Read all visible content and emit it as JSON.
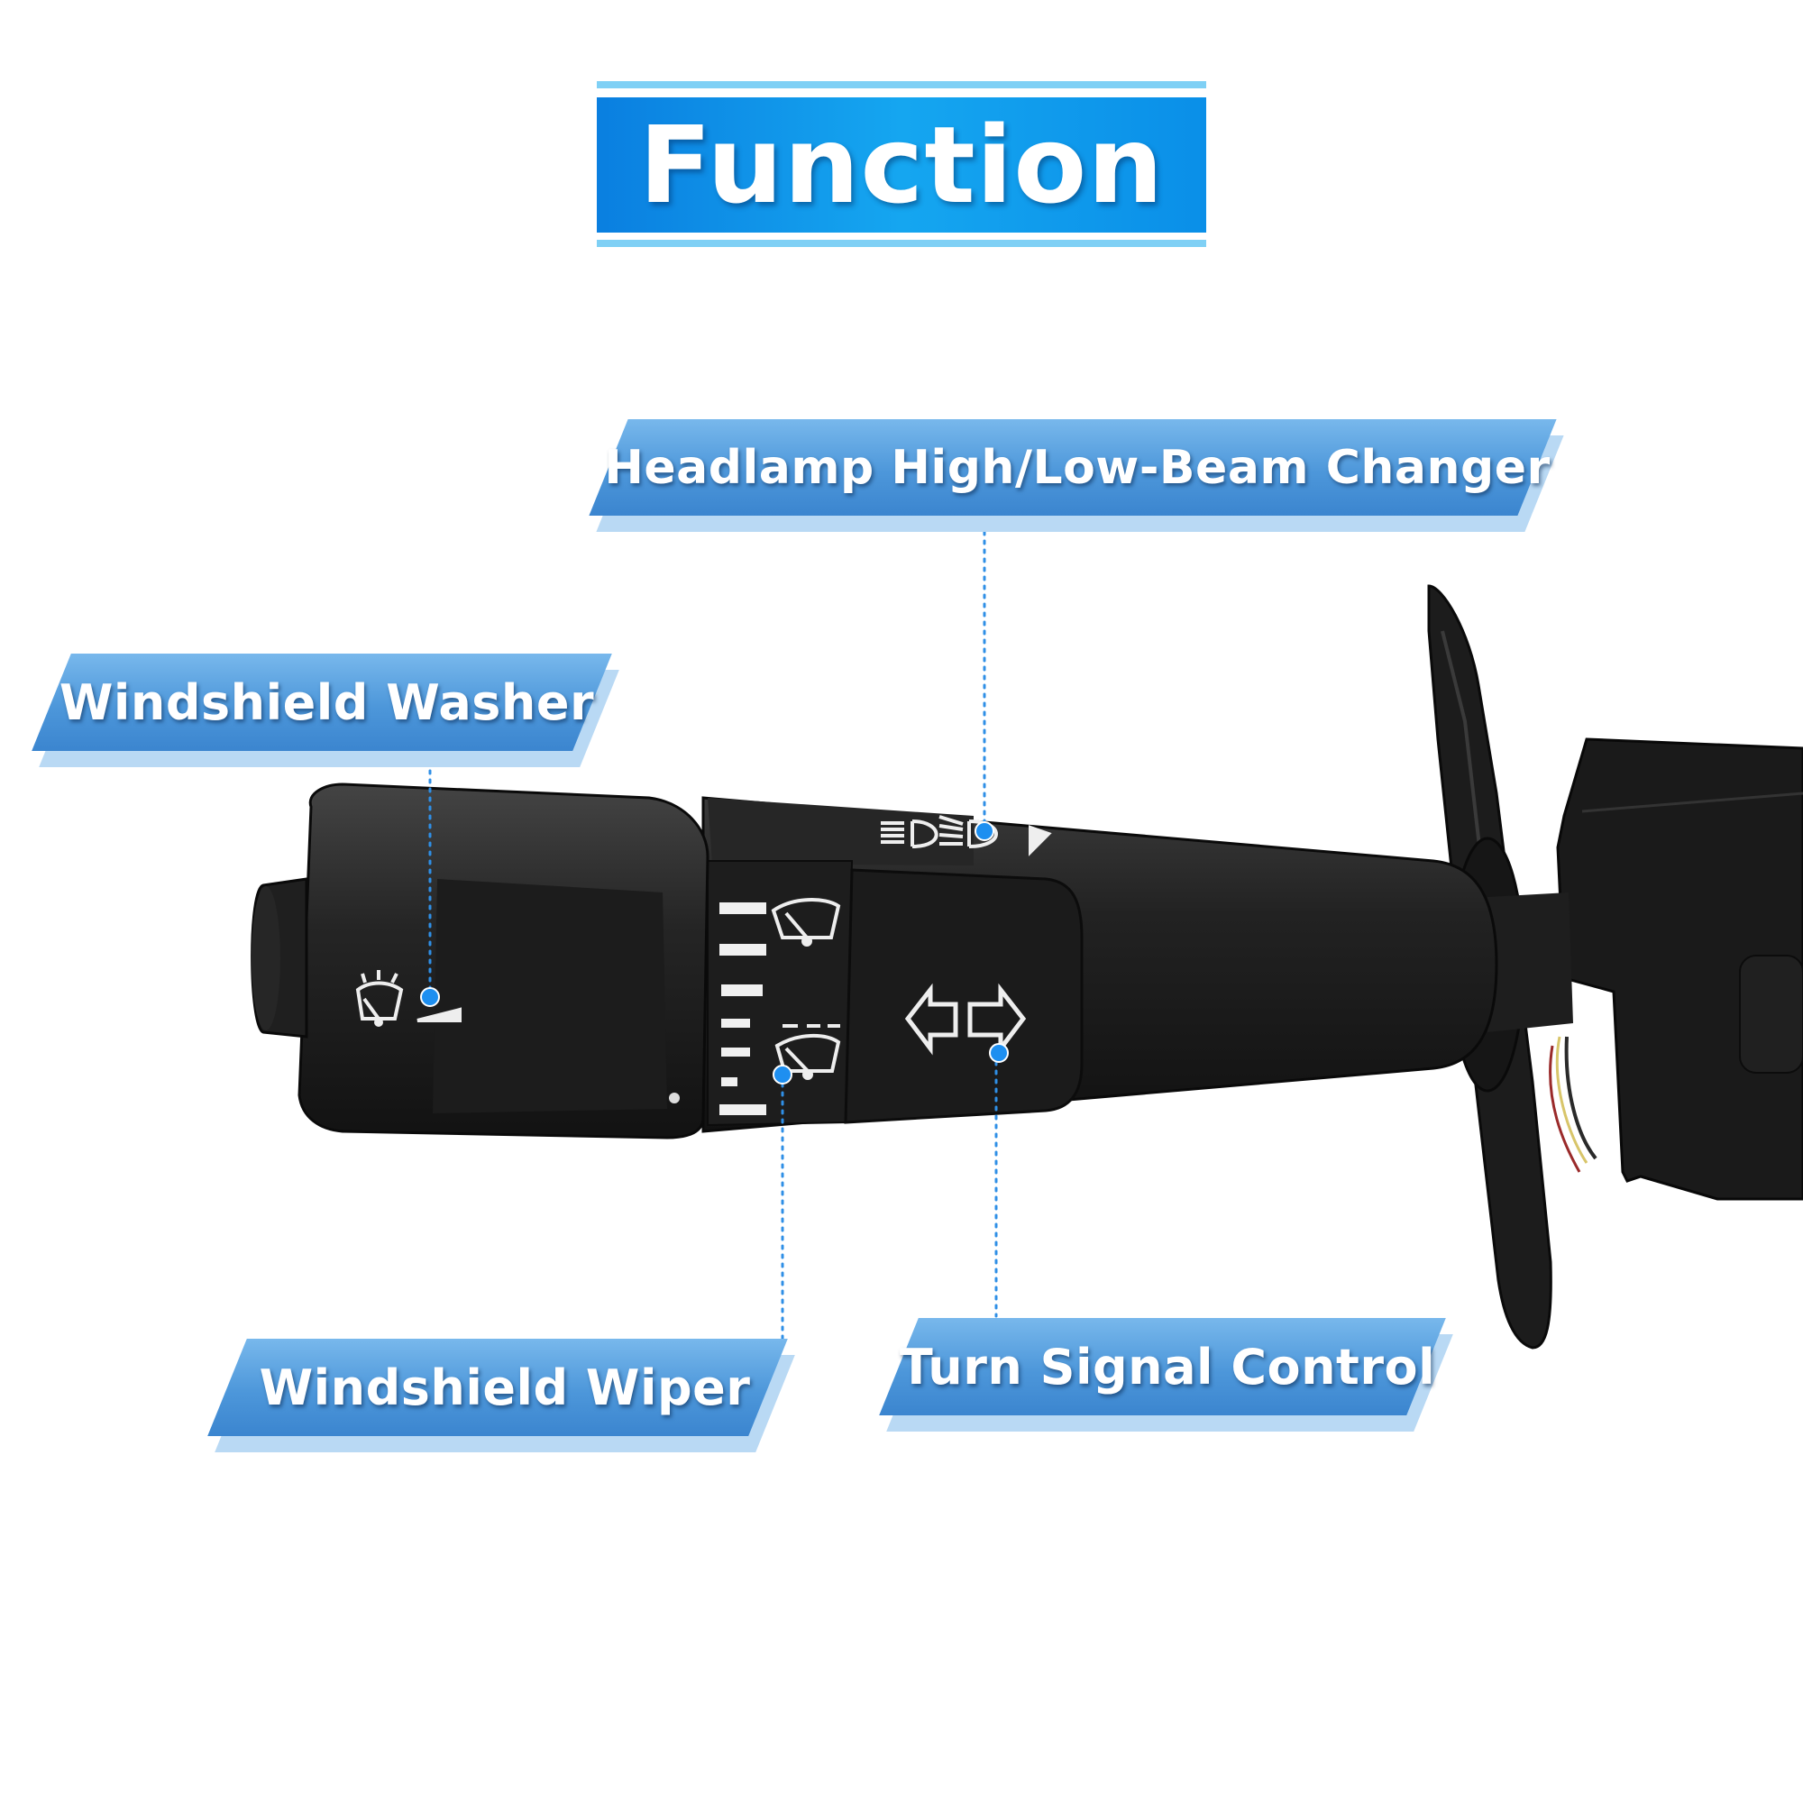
{
  "title": "Function",
  "callouts": {
    "headlamp": "Headlamp High/Low-Beam Changer",
    "washer": "Windshield Washer",
    "wiper": "Windshield Wiper",
    "turn": "Turn Signal Control"
  },
  "colors": {
    "accent_blue": "#0f9aee",
    "callout_blue": "#4d97da",
    "dot_blue": "#1e8ff0",
    "product_black": "#1b1b1b"
  }
}
